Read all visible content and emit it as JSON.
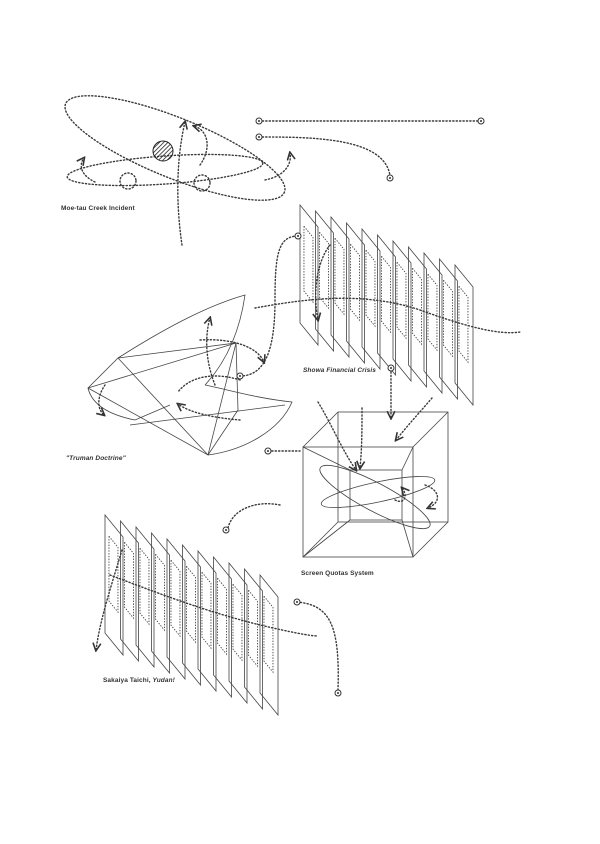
{
  "labels": {
    "moe_tau": "Moe-tau Creek Incident",
    "showa": "Showa Financial Crisis",
    "truman": "\"Truman Doctrine\"",
    "screen_quotas": "Screen Quotas System",
    "sakaiya_name": "Sakaiya Taichi, ",
    "sakaiya_work": "Yudan!"
  },
  "colors": {
    "ink": "#333333",
    "paper": "#ffffff"
  }
}
